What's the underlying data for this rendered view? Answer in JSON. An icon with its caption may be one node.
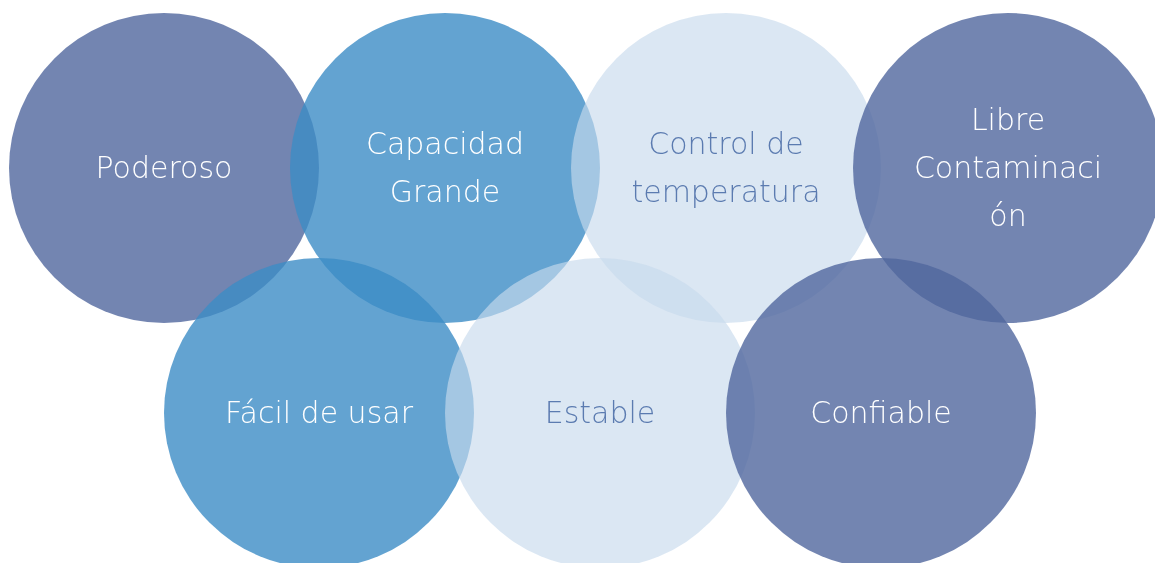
{
  "diagram": {
    "nodes": [
      {
        "text": [
          "Poderoso"
        ]
      },
      {
        "text": [
          "Capacidad Grande"
        ]
      },
      {
        "text": [
          "Control de temperatura"
        ]
      },
      {
        "text": [
          "Libre Contaminaci ón"
        ]
      },
      {
        "text": [
          "Fácil de usar"
        ]
      },
      {
        "text": [
          "Estable"
        ]
      },
      {
        "text": [
          "Confiable"
        ]
      }
    ]
  }
}
